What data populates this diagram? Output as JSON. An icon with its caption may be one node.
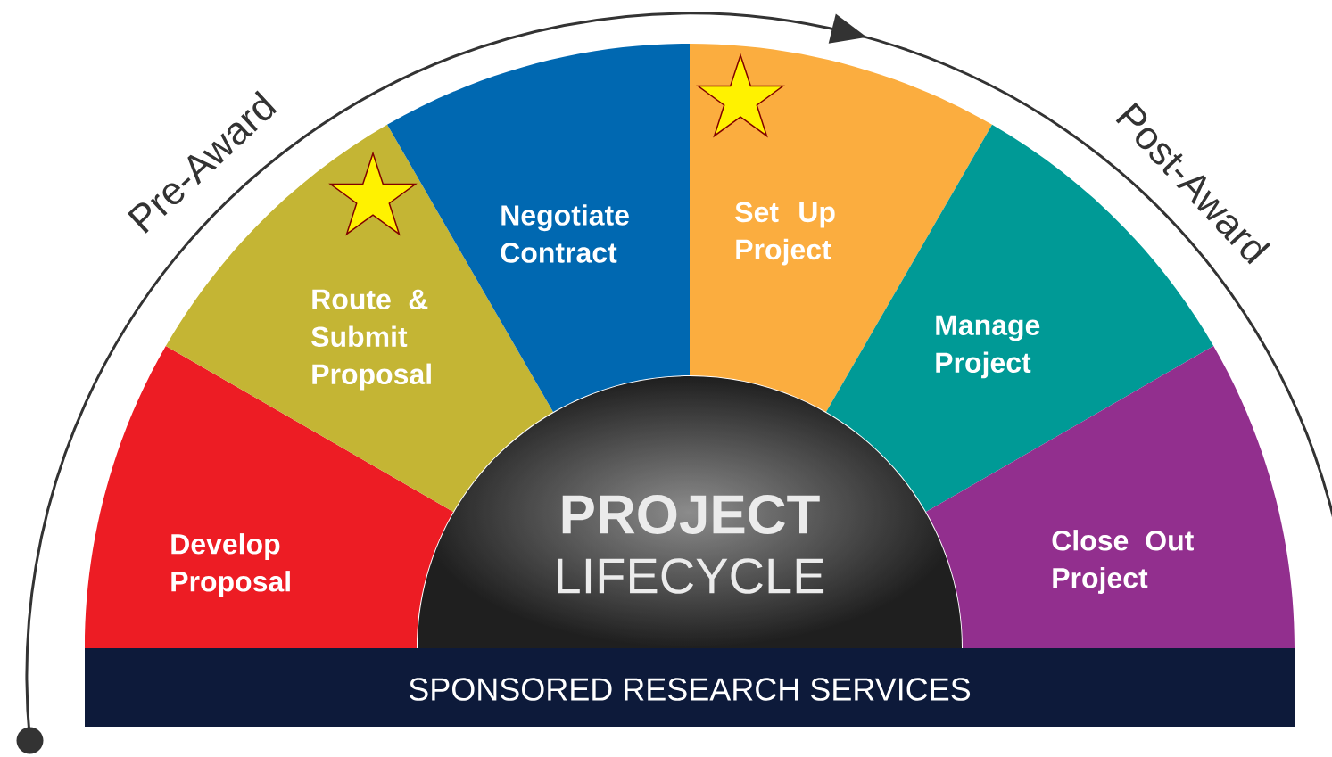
{
  "diagram": {
    "nodes": [
      {
        "text": [
          "Develop Proposal"
        ]
      },
      {
        "text": [
          "Route & Submit Proposal"
        ]
      },
      {
        "text": [
          "Negotiate Contract"
        ]
      },
      {
        "text": [
          "Set Up Project"
        ]
      },
      {
        "text": [
          "Manage Project"
        ]
      },
      {
        "text": [
          "Close Out Project"
        ]
      },
      {
        "text": [
          "PROJECT",
          "LIFECYCLE"
        ]
      },
      {
        "text": [
          "SPONSORED RESEARCH SERVICES"
        ]
      }
    ],
    "labels": [
      "Pre-Award",
      "Post-Award"
    ]
  }
}
